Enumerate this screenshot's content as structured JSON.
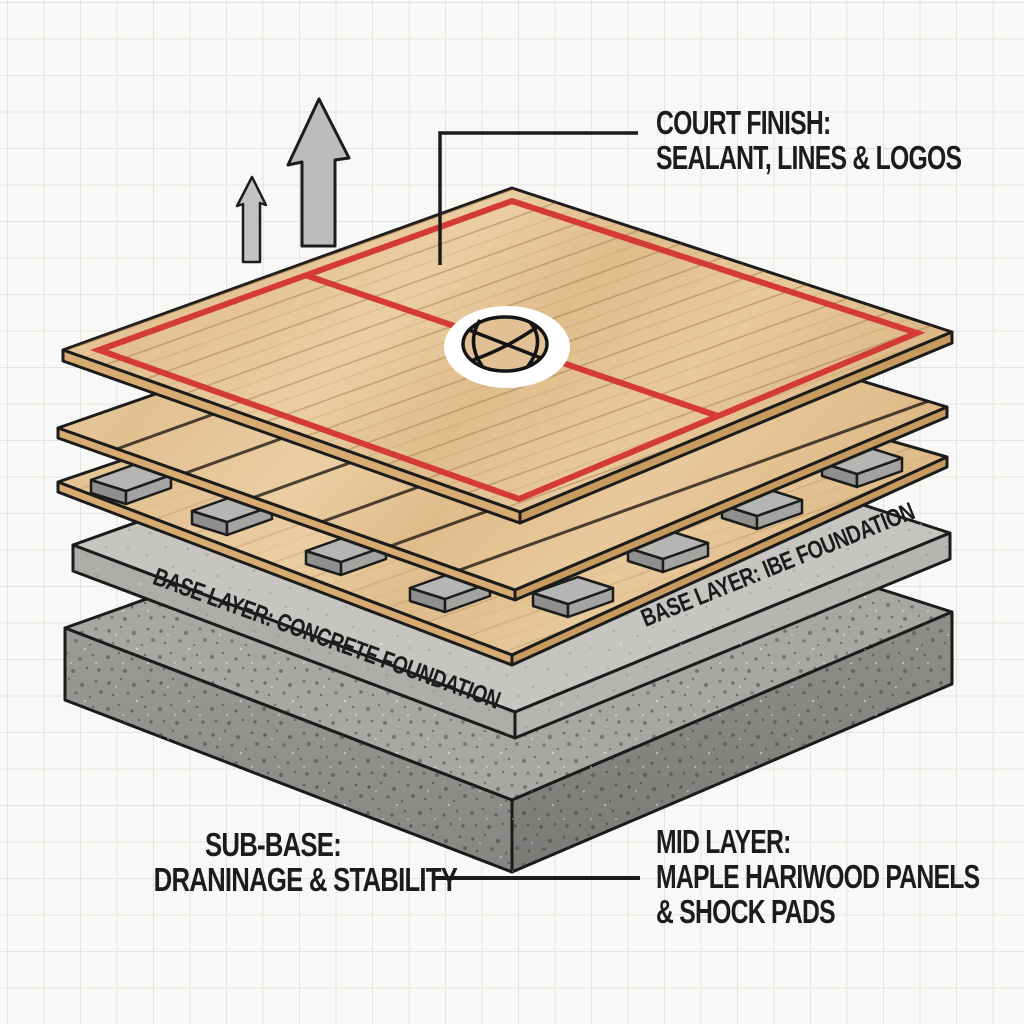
{
  "diagram": {
    "kind": "exploded-layer-illustration",
    "subject": "basketball court flooring system on grid paper"
  },
  "labels": {
    "court_finish": {
      "line1": "COURT FINISH:",
      "line2": "SEALANT, LINES & LOGOS"
    },
    "base_layer_left": "BASE LAYER: CONCRETE FOUNDATION",
    "base_layer_right": "BASE LAYER: IBE FOUNDATION",
    "sub_base": {
      "line1": "SUB-BASE:",
      "line2": "DRANINAGE & STABILITY"
    },
    "mid_layer": {
      "line1": "MID LAYER:",
      "line2": "MAPLE HARIWOOD PANELS",
      "line3": "& SHOCK PADS"
    }
  },
  "icons": {
    "center_logo": "basketball",
    "motion": [
      "up-arrow-large",
      "up-arrow-small"
    ]
  },
  "colors": {
    "bg": "#f8f8f6",
    "grid": "#e3e3e0",
    "ink": "#1c1c1c",
    "line_red": "#d43b35",
    "wood_light": "#e9cda3",
    "wood_mid": "#e2c091",
    "wood_side_left": "#d8ab72",
    "wood_side_right": "#c79a60",
    "pad_top": "#b5b5b3",
    "pad_front": "#8f8f8d",
    "pad_side": "#a3a3a1",
    "concrete_top": "#c6c5c2",
    "concrete_side_l": "#aeadaa",
    "concrete_side_r": "#b6b5b2",
    "subbase_top": "#a8a7a4",
    "subbase_side_l": "#9c9b98",
    "subbase_side_r": "#8f8e8b",
    "arrow_gray": "#bcbcba"
  }
}
